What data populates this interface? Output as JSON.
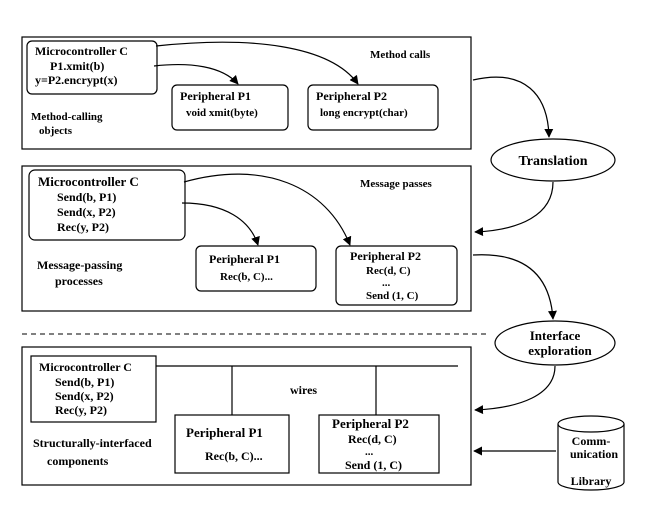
{
  "panel_top": {
    "mc_title": "Microcontroller C",
    "mc_line1": "P1.xmit(b)",
    "mc_line2": "y=P2.encrypt(x)",
    "p1_title": "Peripheral P1",
    "p1_line1": "void xmit(byte)",
    "p2_title": "Peripheral P2",
    "p2_line1": "long encrypt(char)",
    "method_calls": "Method calls",
    "caption_line1": "Method-calling",
    "caption_line2": "objects"
  },
  "panel_mid": {
    "mc_title": "Microcontroller C",
    "mc_line1": "Send(b, P1)",
    "mc_line2": "Send(x, P2)",
    "mc_line3": "Rec(y, P2)",
    "p1_title": "Peripheral P1",
    "p1_line1": "Rec(b, C)...",
    "p2_title": "Peripheral P2",
    "p2_line1": "Rec(d, C)",
    "p2_line2": "...",
    "p2_line3": "Send (1, C)",
    "message_passes": "Message passes",
    "caption_line1": "Message-passing",
    "caption_line2": "processes"
  },
  "panel_bot": {
    "mc_title": "Microcontroller C",
    "mc_line1": "Send(b, P1)",
    "mc_line2": "Send(x, P2)",
    "mc_line3": "Rec(y, P2)",
    "wires": "wires",
    "p1_title": "Peripheral P1",
    "p1_line1": "Rec(b, C)...",
    "p2_title": "Peripheral P2",
    "p2_line1": "Rec(d, C)",
    "p2_line2": "...",
    "p2_line3": "Send (1, C)",
    "caption_line1": "Structurally-interfaced",
    "caption_line2": "components"
  },
  "translation": "Translation",
  "interface_line1": "Interface",
  "interface_line2": "exploration",
  "library_line1": "Comm-",
  "library_line2": "unication",
  "library_line3": "Library"
}
